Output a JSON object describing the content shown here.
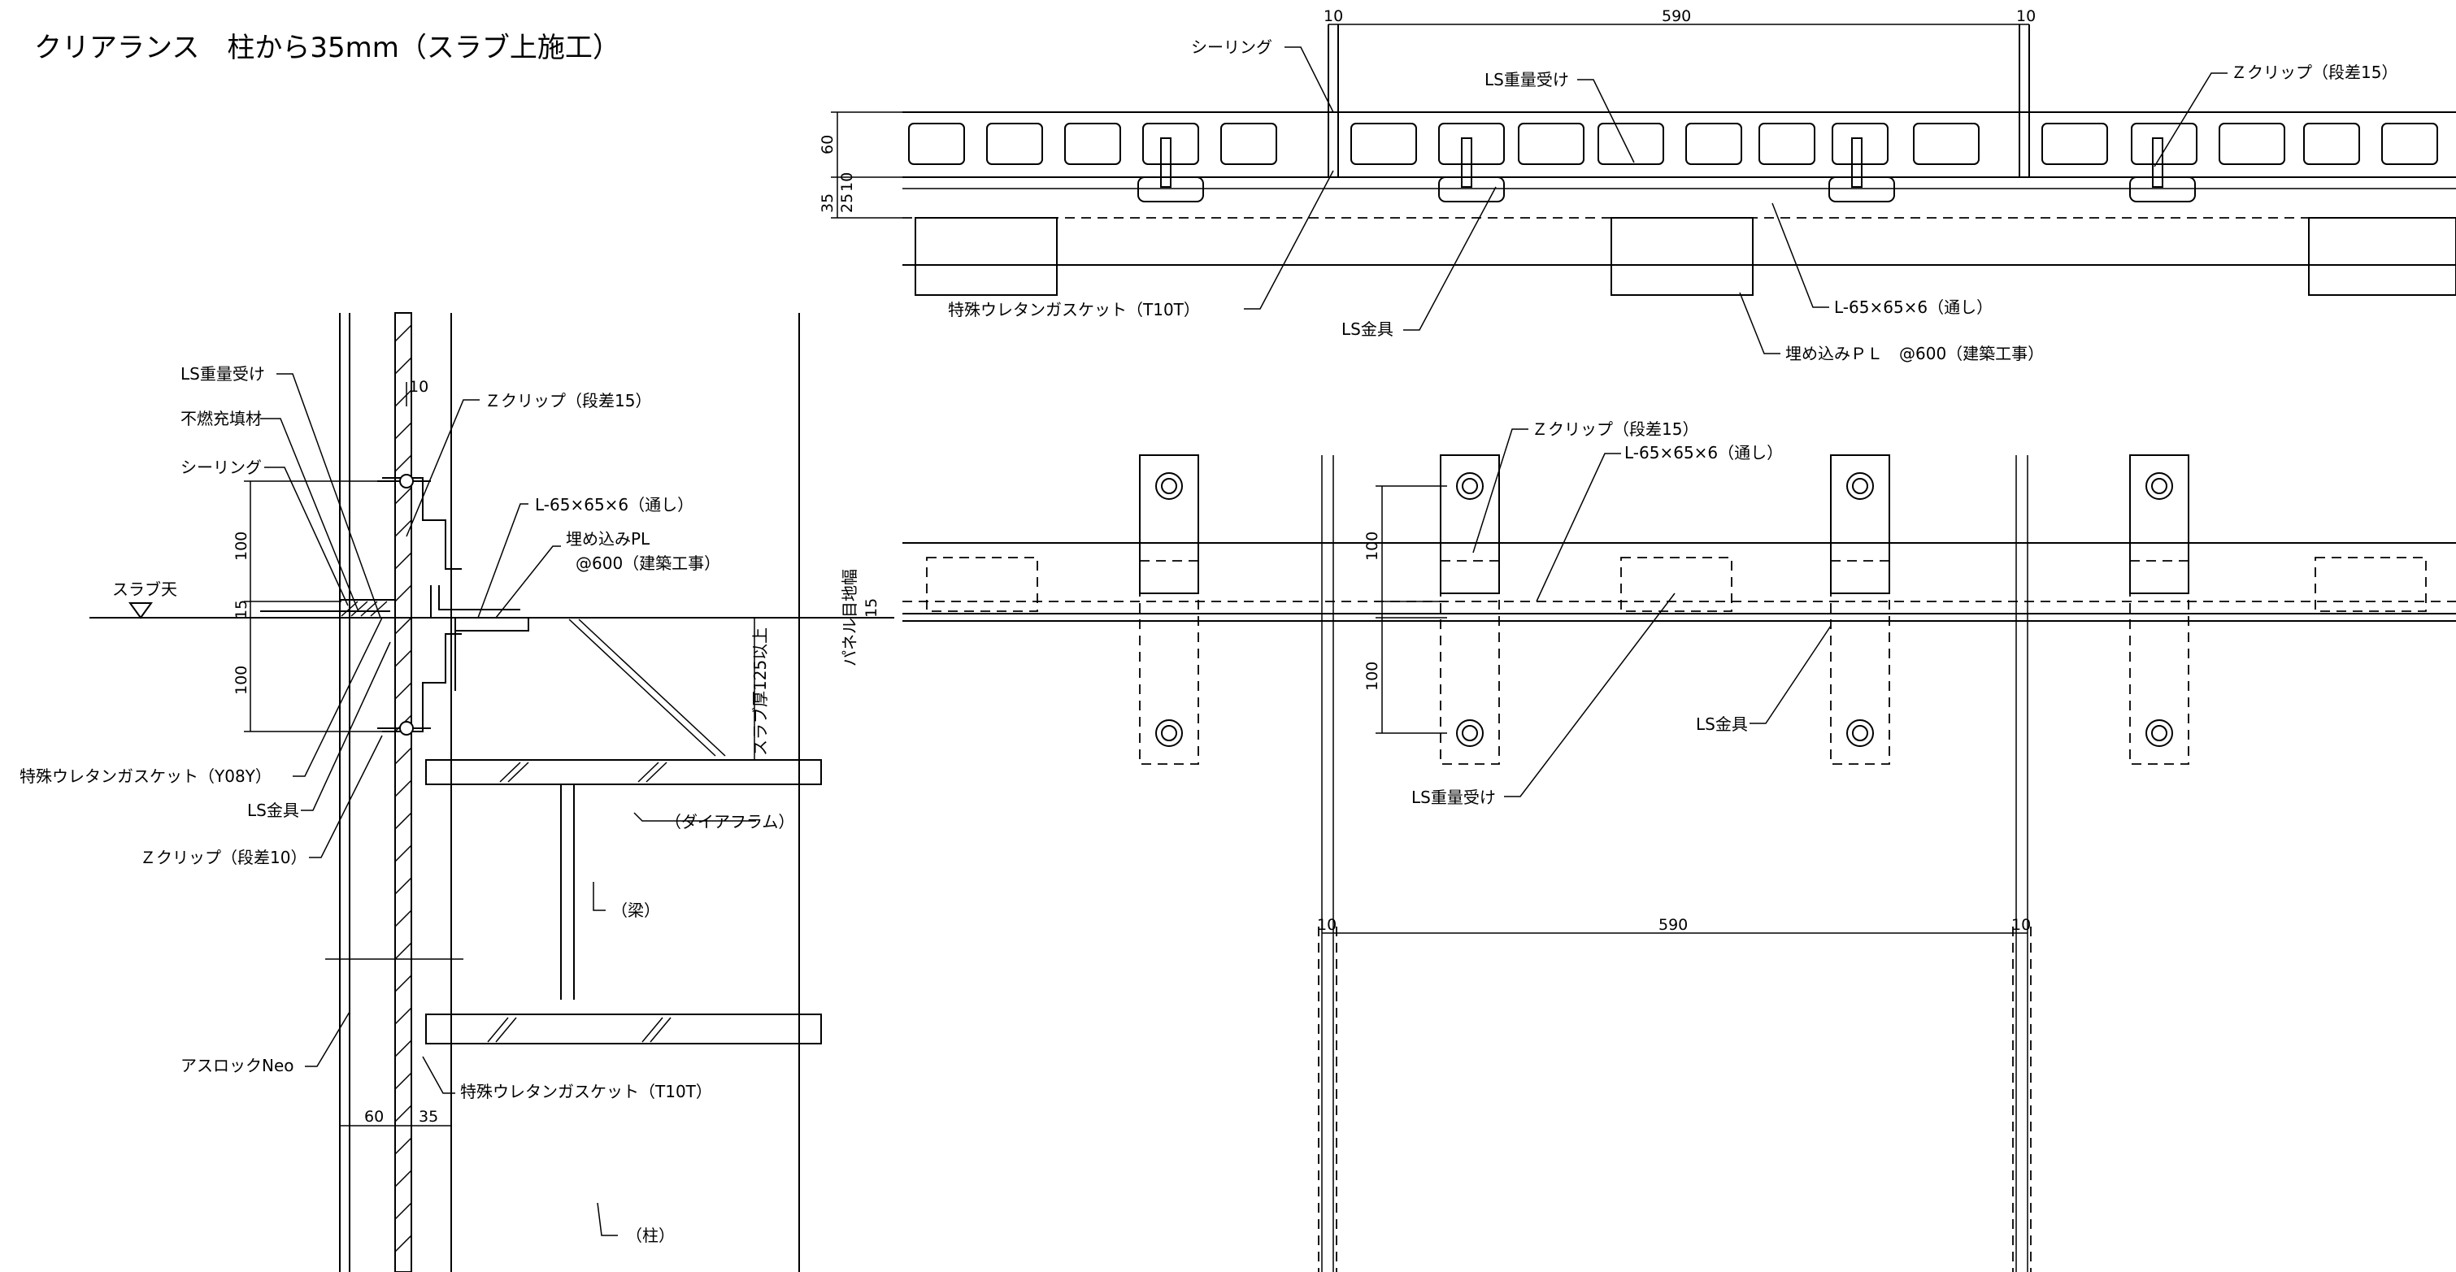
{
  "title": "クリアランス　柱から35mm（スラブ上施工）",
  "section": {
    "ls_weight_receiver": "LS重量受け",
    "noncombustible_filler": "不燃充填材",
    "sealing": "シーリング",
    "slab_top": "スラブ天",
    "z_clip_15": "Ｚクリップ（段差15）",
    "angle": "L-65×65×6（通し）",
    "embedded_pl": "埋め込みPL",
    "embedded_pl_pitch": "@600（建築工事）",
    "slab_thickness": "スラブ厚125以上",
    "diaphragm": "（ダイアフラム）",
    "beam": "（梁）",
    "column": "（柱）",
    "gasket_y08y": "特殊ウレタンガスケット（Y08Y）",
    "ls_fitting": "LS金具",
    "z_clip_10": "Ｚクリップ（段差10）",
    "asloc": "アスロックNeo",
    "gasket_t10t": "特殊ウレタンガスケット（T10T）",
    "dims": {
      "d10": "10",
      "d100a": "100",
      "d15": "15",
      "d100b": "100",
      "d60": "60",
      "d35": "35"
    }
  },
  "plan": {
    "sealing": "シーリング",
    "ls_weight_receiver": "LS重量受け",
    "z_clip_15": "Ｚクリップ（段差15）",
    "gasket_t10t": "特殊ウレタンガスケット（T10T）",
    "ls_fitting": "LS金具",
    "angle": "L-65×65×6（通し）",
    "embedded_pl": "埋め込みＰＬ　@600（建築工事）",
    "dims": {
      "d10a": "10",
      "d590": "590",
      "d10b": "10",
      "d60": "60",
      "d35": "35",
      "d25": "25",
      "d10c": "10"
    }
  },
  "elevation": {
    "z_clip_15": "Ｚクリップ（段差15）",
    "angle": "L-65×65×6（通し）",
    "panel_joint": "パネル目地幅",
    "ls_fitting": "LS金具",
    "ls_weight_receiver": "LS重量受け",
    "dims": {
      "d100a": "100",
      "d15": "15",
      "d100b": "100",
      "d10a": "10",
      "d590": "590",
      "d10b": "10"
    }
  }
}
